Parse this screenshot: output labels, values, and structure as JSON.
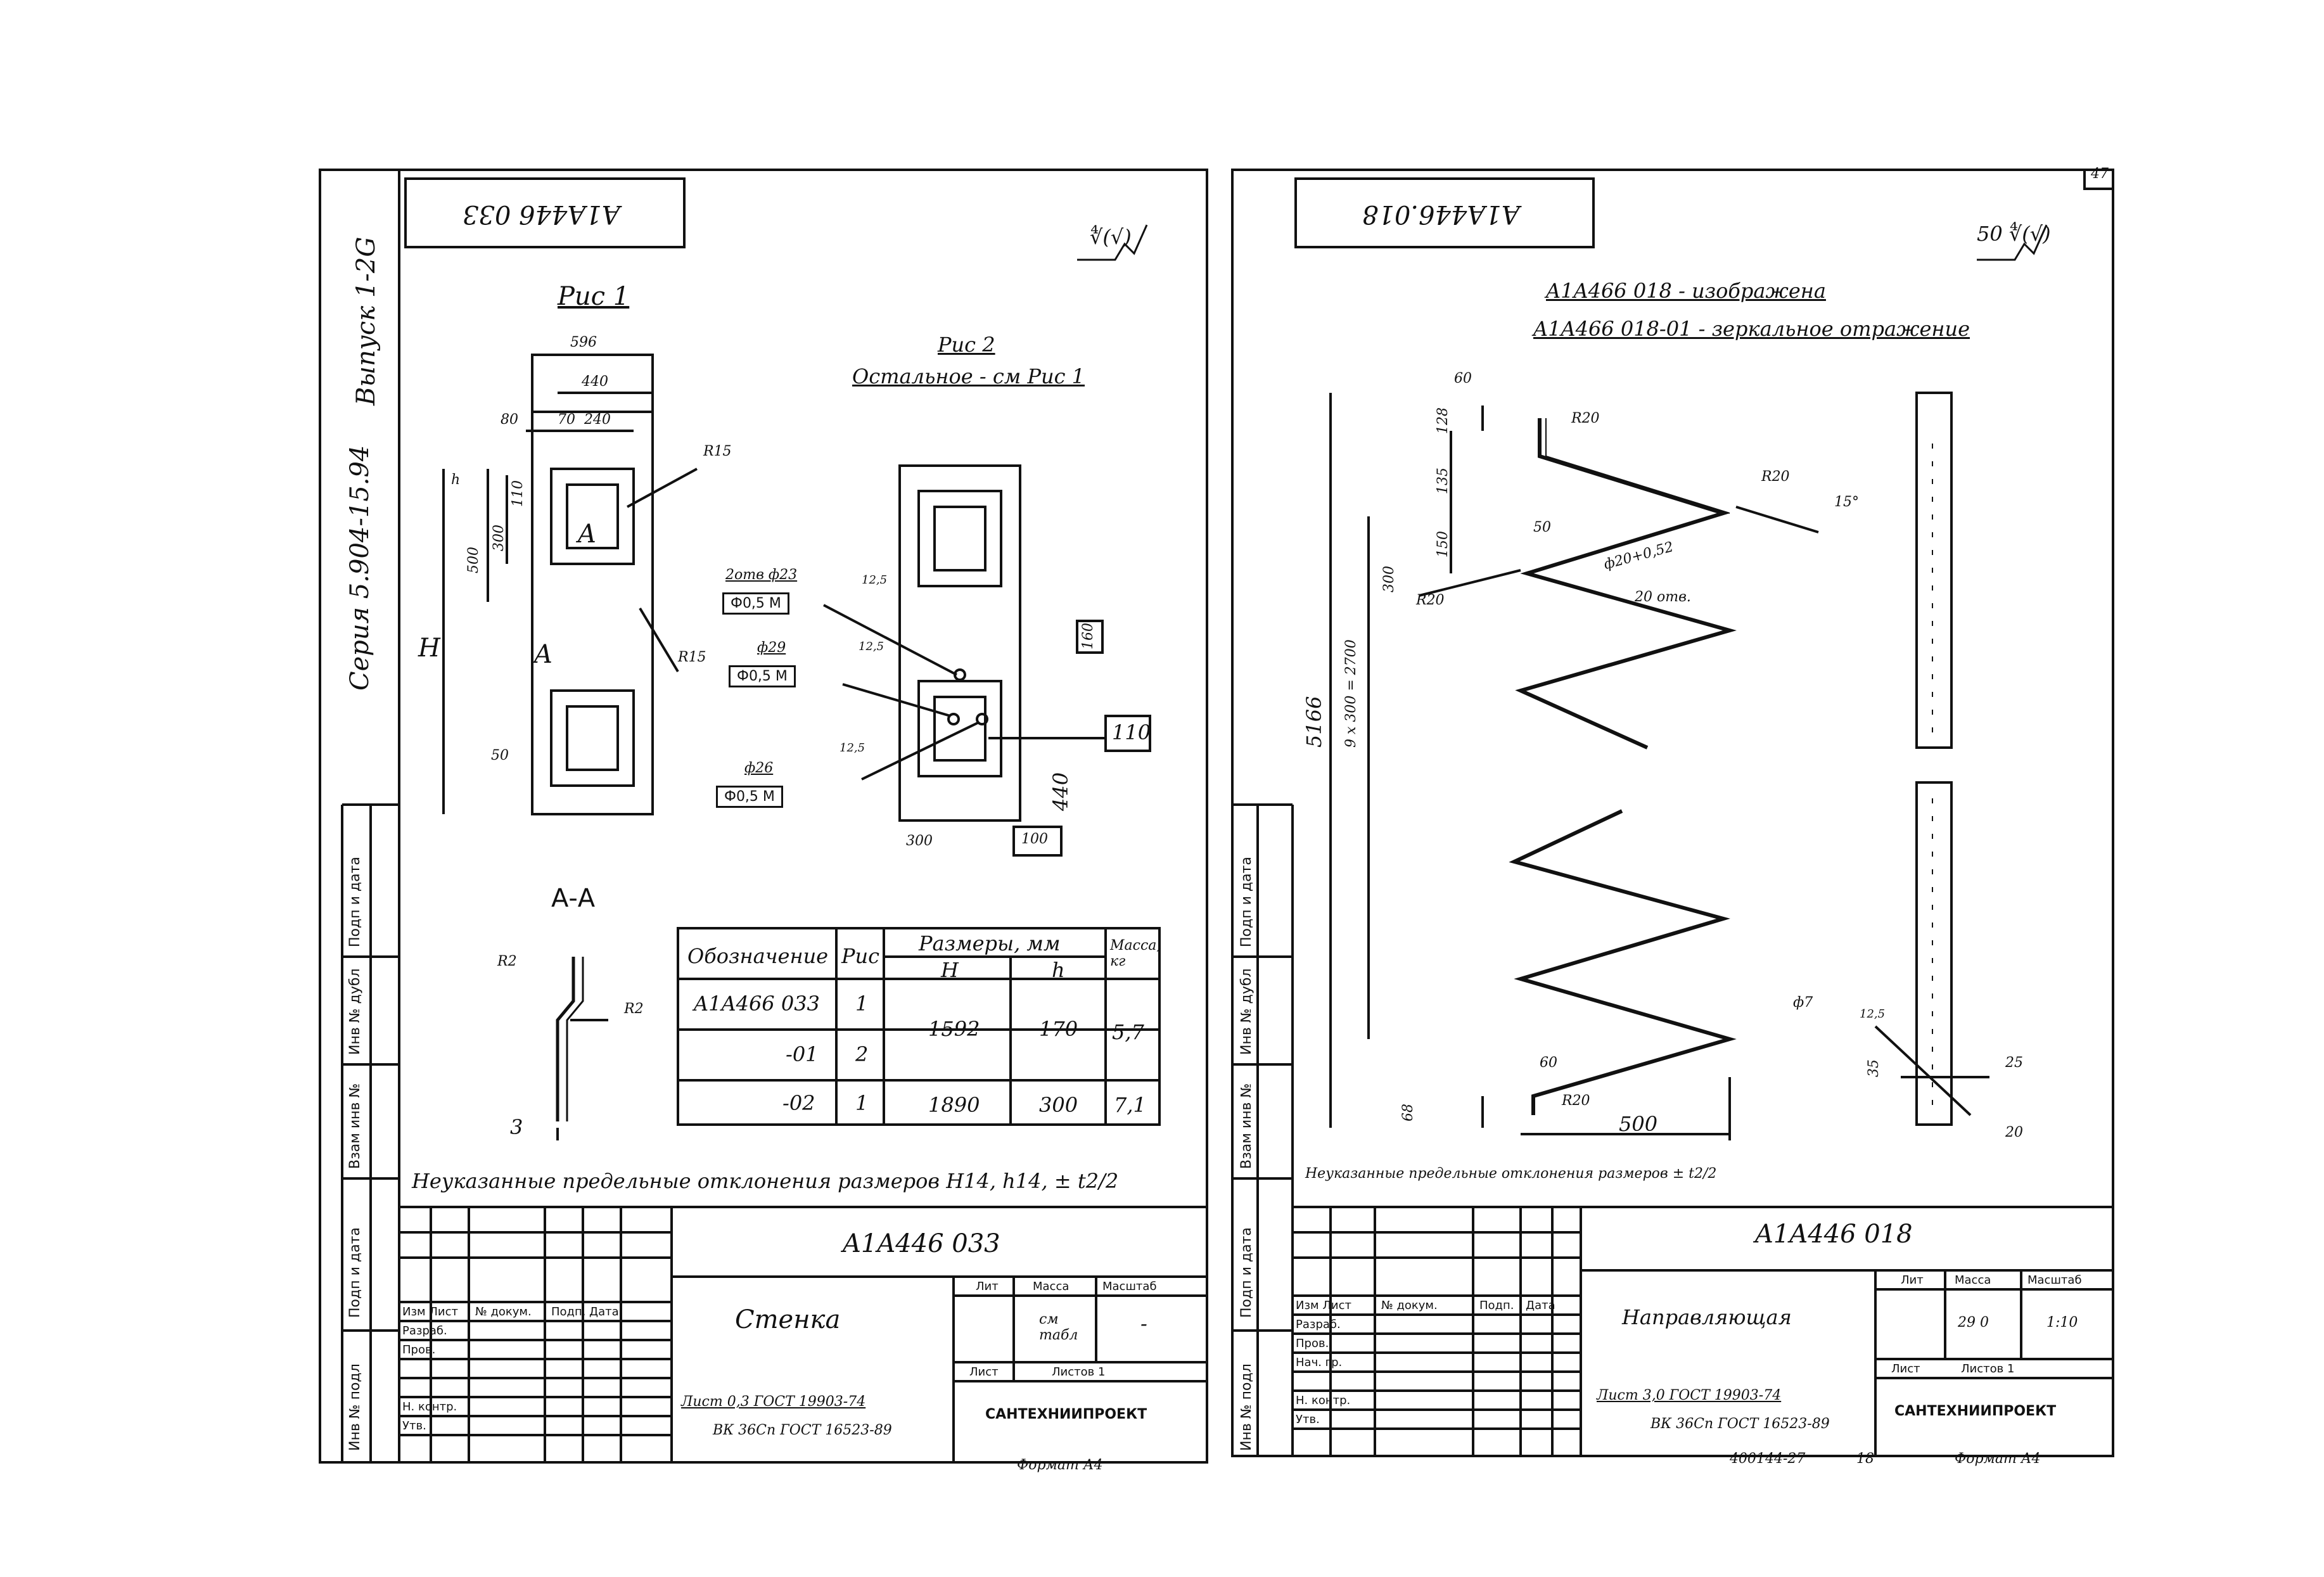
{
  "left_sheet": {
    "stamp_top": "A1A446 033",
    "roughness": "∜(√)",
    "side_series": "Серия 5.904-15.94",
    "side_issue": "Выпуск 1-2G",
    "fig1_title": "Рис 1",
    "fig2_title": "Рис 2",
    "fig2_note": "Остальное - см Рис 1",
    "dims": {
      "d596": "596",
      "d440": "440",
      "d80": "80",
      "d240": "240",
      "d70": "70",
      "r15a": "R15",
      "r15b": "R15",
      "d500": "500",
      "d300": "300",
      "d110": "110",
      "dH": "H",
      "dh": "h",
      "dA": "A",
      "d50": "50",
      "holes_label": "2отв ф23",
      "tol1": "Ф0,5 М",
      "d29": "ф29",
      "tol2": "Ф0,5 М",
      "d26": "ф26",
      "tol3": "Ф0,5 М",
      "r1": "12,5",
      "r2": "12,5",
      "r3": "12,5",
      "d160": "160",
      "d110b": "110",
      "d440b": "440",
      "d300b": "300",
      "d100": "100"
    },
    "section_title": "А-А",
    "section_r2a": "R2",
    "section_r2b": "R2",
    "section_3": "3",
    "table": {
      "headers": [
        "Обозначение",
        "Рис",
        "Размеры, мм",
        "Масса, кг"
      ],
      "subheaders": [
        "H",
        "h"
      ],
      "rows": [
        {
          "designation": "A1A466 033",
          "fig": "1",
          "H": "1592",
          "h": "170",
          "mass": "5,7"
        },
        {
          "designation": "-01",
          "fig": "2",
          "H": "",
          "h": "",
          "mass": ""
        },
        {
          "designation": "-02",
          "fig": "1",
          "H": "1890",
          "h": "300",
          "mass": "7,1"
        }
      ]
    },
    "tolerance_note": "Неуказанные предельные отклонения размеров H14, h14, ± t2/2",
    "titleblock": {
      "code": "A1A446 033",
      "name": "Стенка",
      "lit_h": "Лит",
      "mass_h": "Масса",
      "scale_h": "Масштаб",
      "mass_val": "см табл",
      "scale_val": "-",
      "sheet_h": "Лист",
      "sheets_h": "Листов 1",
      "material1": "Лист 0,3 ГОСТ 19903-74",
      "material2": "ВК 36Сп ГОСТ 16523-89",
      "org": "САНТЕХНИИПРОЕКТ",
      "rows": [
        "Изм Лист",
        "Разраб.",
        "Пров.",
        "Н. контр.",
        "Утв."
      ],
      "cols": [
        "№ докум.",
        "Подп.",
        "Дата"
      ]
    },
    "format": "Формат А4",
    "side_cells": [
      "Инв № подл",
      "Подп и дата",
      "Взам инв №",
      "Инв № дубл",
      "Подп и дата"
    ]
  },
  "right_sheet": {
    "stamp_top": "A1A446.018",
    "roughness": "50 ∜(√)",
    "page_no": "47",
    "title_line1": "A1A466 018 - изображена",
    "title_line2": "A1A466 018-01 - зеркальное отражение",
    "dims": {
      "d60a": "60",
      "r20a": "R20",
      "d128": "128",
      "d135": "135",
      "r20b": "R20",
      "a15": "15°",
      "d150": "150",
      "d50": "50",
      "d300": "300",
      "r20c": "R20",
      "d20": "ф20+0,52",
      "holes": "20 отв.",
      "d5166": "5166",
      "d2700": "9 x 300 = 2700",
      "d7": "ф7",
      "r125": "12,5",
      "d35": "35",
      "d25": "25",
      "d20b": "20",
      "d68": "68",
      "d60b": "60",
      "r20d": "R20",
      "d500": "500"
    },
    "tolerance_note": "Неуказанные предельные отклонения размеров ± t2/2",
    "titleblock": {
      "code": "A1A446 018",
      "name": "Направляющая",
      "lit_h": "Лит",
      "mass_h": "Масса",
      "scale_h": "Масштаб",
      "mass_val": "29 0",
      "scale_val": "1:10",
      "sheet_h": "Лист",
      "sheets_h": "Листов 1",
      "material1": "Лист 3,0 ГОСТ 19903-74",
      "material2": "ВК 36Сп ГОСТ 16523-89",
      "org": "САНТЕХНИИПРОЕКТ",
      "bottom_code": "400144-27",
      "bottom_num": "18",
      "rows": [
        "Изм Лист",
        "Разраб.",
        "Пров.",
        "Нач. гр.",
        "Н. контр.",
        "Утв."
      ],
      "cols": [
        "№ докум.",
        "Подп.",
        "Дата"
      ]
    },
    "format": "Формат А4",
    "side_cells": [
      "Инв № подл",
      "Подп и дата",
      "Взам инв №",
      "Инв № дубл",
      "Подп и дата"
    ]
  }
}
